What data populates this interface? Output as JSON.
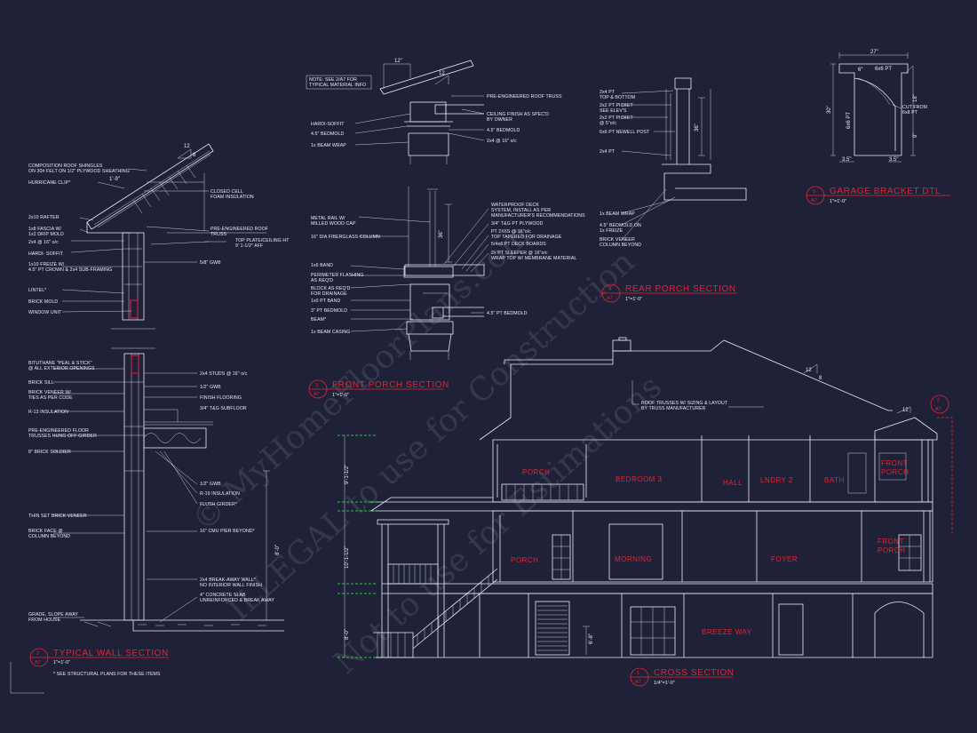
{
  "wall_section": {
    "notes": [
      "COMPOSITION ROOF SHINGLES",
      "ON 30# FELT ON 1/2\" PLYWOOD SHEATHING",
      "HURRICANE CLIP*",
      "2x10 RAFTER",
      "1x8 FASCIA W/",
      "1x2 DRIP MOLD",
      "2x4 @ 16\" o/c",
      "HARDI- SOFFIT",
      "1x10 FREIZE W/",
      "4.5\" PT CROWN & 2x4 SUB-FRAMING",
      "LINTEL*",
      "BRICK MOLD",
      "WINDOW UNIT",
      "BITUTHANE \"PEAL & STICK\"",
      "@ ALL EXTERIOR OPENINGS",
      "BRICK SILL",
      "BRICK VENEER W/",
      "TIES AS PER CODE",
      "R-13 INSULATION",
      "PRE-ENGINEERED FLOOR",
      "TRUSSES HUNG OFF GIRDER",
      "8\" BRICK SOLDIER",
      "THIN SET BRICK VENEER",
      "BRICK FACE @",
      "COLUMN BEYOND",
      "GRADE, SLOPE AWAY",
      "FROM HOUSE"
    ],
    "right_notes": [
      "CLOSED CELL",
      "FOAM INSULATION",
      "PRE-ENGINEERED ROOF",
      "TRUSS",
      "TOP PLATE/CEILING HT",
      "9' 1-1/2\" AFF",
      "5/8\" GWB",
      "2x4 STUDS @ 16\" o/c",
      "1/2\" GWB",
      "FINISH FLOORING",
      "3/4\" T&G SUBFLOOR",
      "1/2\" GWB",
      "R-19 INSULATION",
      "FLUSH GIRDER*",
      "16\" CMU PIER BEYOND*",
      "2x4 BREAK-AWAY WALL*",
      "NO INTERIOR WALL FINISH",
      "4\" CONCRETE SLAB",
      "UNREINFORCED & BREAK AWAY"
    ],
    "dims": [
      "12",
      "8",
      "1'-9\"",
      "8'-0\""
    ],
    "title": "TYPICAL WALL SECTION",
    "scale": "1\"=1'-0\"",
    "footnote": "* SEE STRUCTURAL PLANS FOR THESE ITEMS",
    "bubble": [
      "2",
      "A7"
    ]
  },
  "front_porch": {
    "callout": [
      "NOTE: SEE 2/A7 FOR",
      "TYPICAL MATERIAL INFO"
    ],
    "notes": [
      "HARDI-SOFFIT",
      "4.5\" BEDMOLD",
      "1x BEAM WRAP",
      "1x6 BAND",
      "PERIMETER FLASHING",
      "AS REQ'D",
      "BLOCK AS REQ'D",
      "FOR DRAINAGE",
      "1x0 PT BAND",
      "3\" PT BEDMOLD",
      "BEAM*",
      "1x BEAM CASING"
    ],
    "right_notes": [
      "PRE-ENGINEERED ROOF TRUSS",
      "CEILING FINISH AS SPEC'D",
      "BY OWNER",
      "4.5\" BEDMOLD",
      "2x4 @ 16\" o/c",
      "4.5\" PT BEDMOLD"
    ],
    "dims": [
      "12\"",
      "12"
    ],
    "title": "FRONT PORCH SECTION",
    "scale": "1\"=1'-0\"",
    "bubble": [
      "3",
      "A7"
    ]
  },
  "rear_porch": {
    "left_notes": [
      "METAL RAIL W/",
      "MILLED WOOD CAP",
      "16\" DIA FIBERGLASS COLUMN"
    ],
    "notes": [
      "WATERPROOF DECK",
      "SYSTEM, INSTALL AS PER",
      "MANUFACTURER'S RECOMMENDATIONS",
      "3/4\" T&G PT PLYWOOD",
      "PT 2X6S @ 16\"o/c",
      "TOP TAPERED FOR DRAINAGE",
      "5/4x6 PT DECK BOARDS",
      "2x PT SLEEPER @ 16\"o/c",
      "WRAP TOP W/ MEMBRANE MATERIAL"
    ],
    "upper_notes": [
      "2x4 PT",
      "TOP & BOTTOM",
      "2x2 PT PICKET",
      "SEE ELEV'S",
      "2x2 PT PICKET",
      "@ 5\"o/c",
      "6x6 PT NEWELL POST",
      "2x4 PT",
      "1x BEAM WRAP",
      "4.5\" BEDMOLD ON",
      "1x FREIZE",
      "BRICK VENEER",
      "COLUMN BEYOND"
    ],
    "dims": [
      "36\"",
      "36\""
    ],
    "title": "REAR PORCH SECTION",
    "scale": "1\"=1'-0\"",
    "bubble": [
      "4",
      "A7"
    ]
  },
  "garage_bracket": {
    "notes": [
      "6x6 PT",
      "CUT FROM",
      "6x8 PT"
    ],
    "dims": [
      "27\"",
      "6\"",
      "6x6 PT",
      "30\"",
      "18\"",
      "9\"",
      "3.5\"",
      "3.5\"",
      "6x6 PT"
    ],
    "title": "GARAGE BRACKET DTL",
    "scale": "1\"=1'-0\"",
    "bubble": [
      "5",
      "A7"
    ]
  },
  "cross_section": {
    "roof_note": [
      "ROOF TRUSSES W/ SIZING & LAYOUT",
      "BY TRUSS MANUFACTURER"
    ],
    "rooms": [
      "PORCH",
      "BEDROOM 3",
      "HALL",
      "LNDRY 2",
      "BATH",
      "FRONT PORCH",
      "PORCH",
      "MORNING",
      "FOYER",
      "FRONT PORCH",
      "BREEZE WAY"
    ],
    "dims": [
      "9'-1-1/2\"",
      "10'-1-1/2\"",
      "8'-0\"",
      "6'-8\"",
      "12",
      "12",
      "8"
    ],
    "title": "CROSS SECTION",
    "scale": "1/4\"=1'-0\"",
    "bubble": [
      "1",
      "A7"
    ],
    "side_bubble": [
      "2",
      "A7"
    ]
  },
  "watermark": [
    "© MyHomeFloorPlans.com",
    "ILLEGAL to use for Construction",
    "Not to use for Estimations"
  ]
}
